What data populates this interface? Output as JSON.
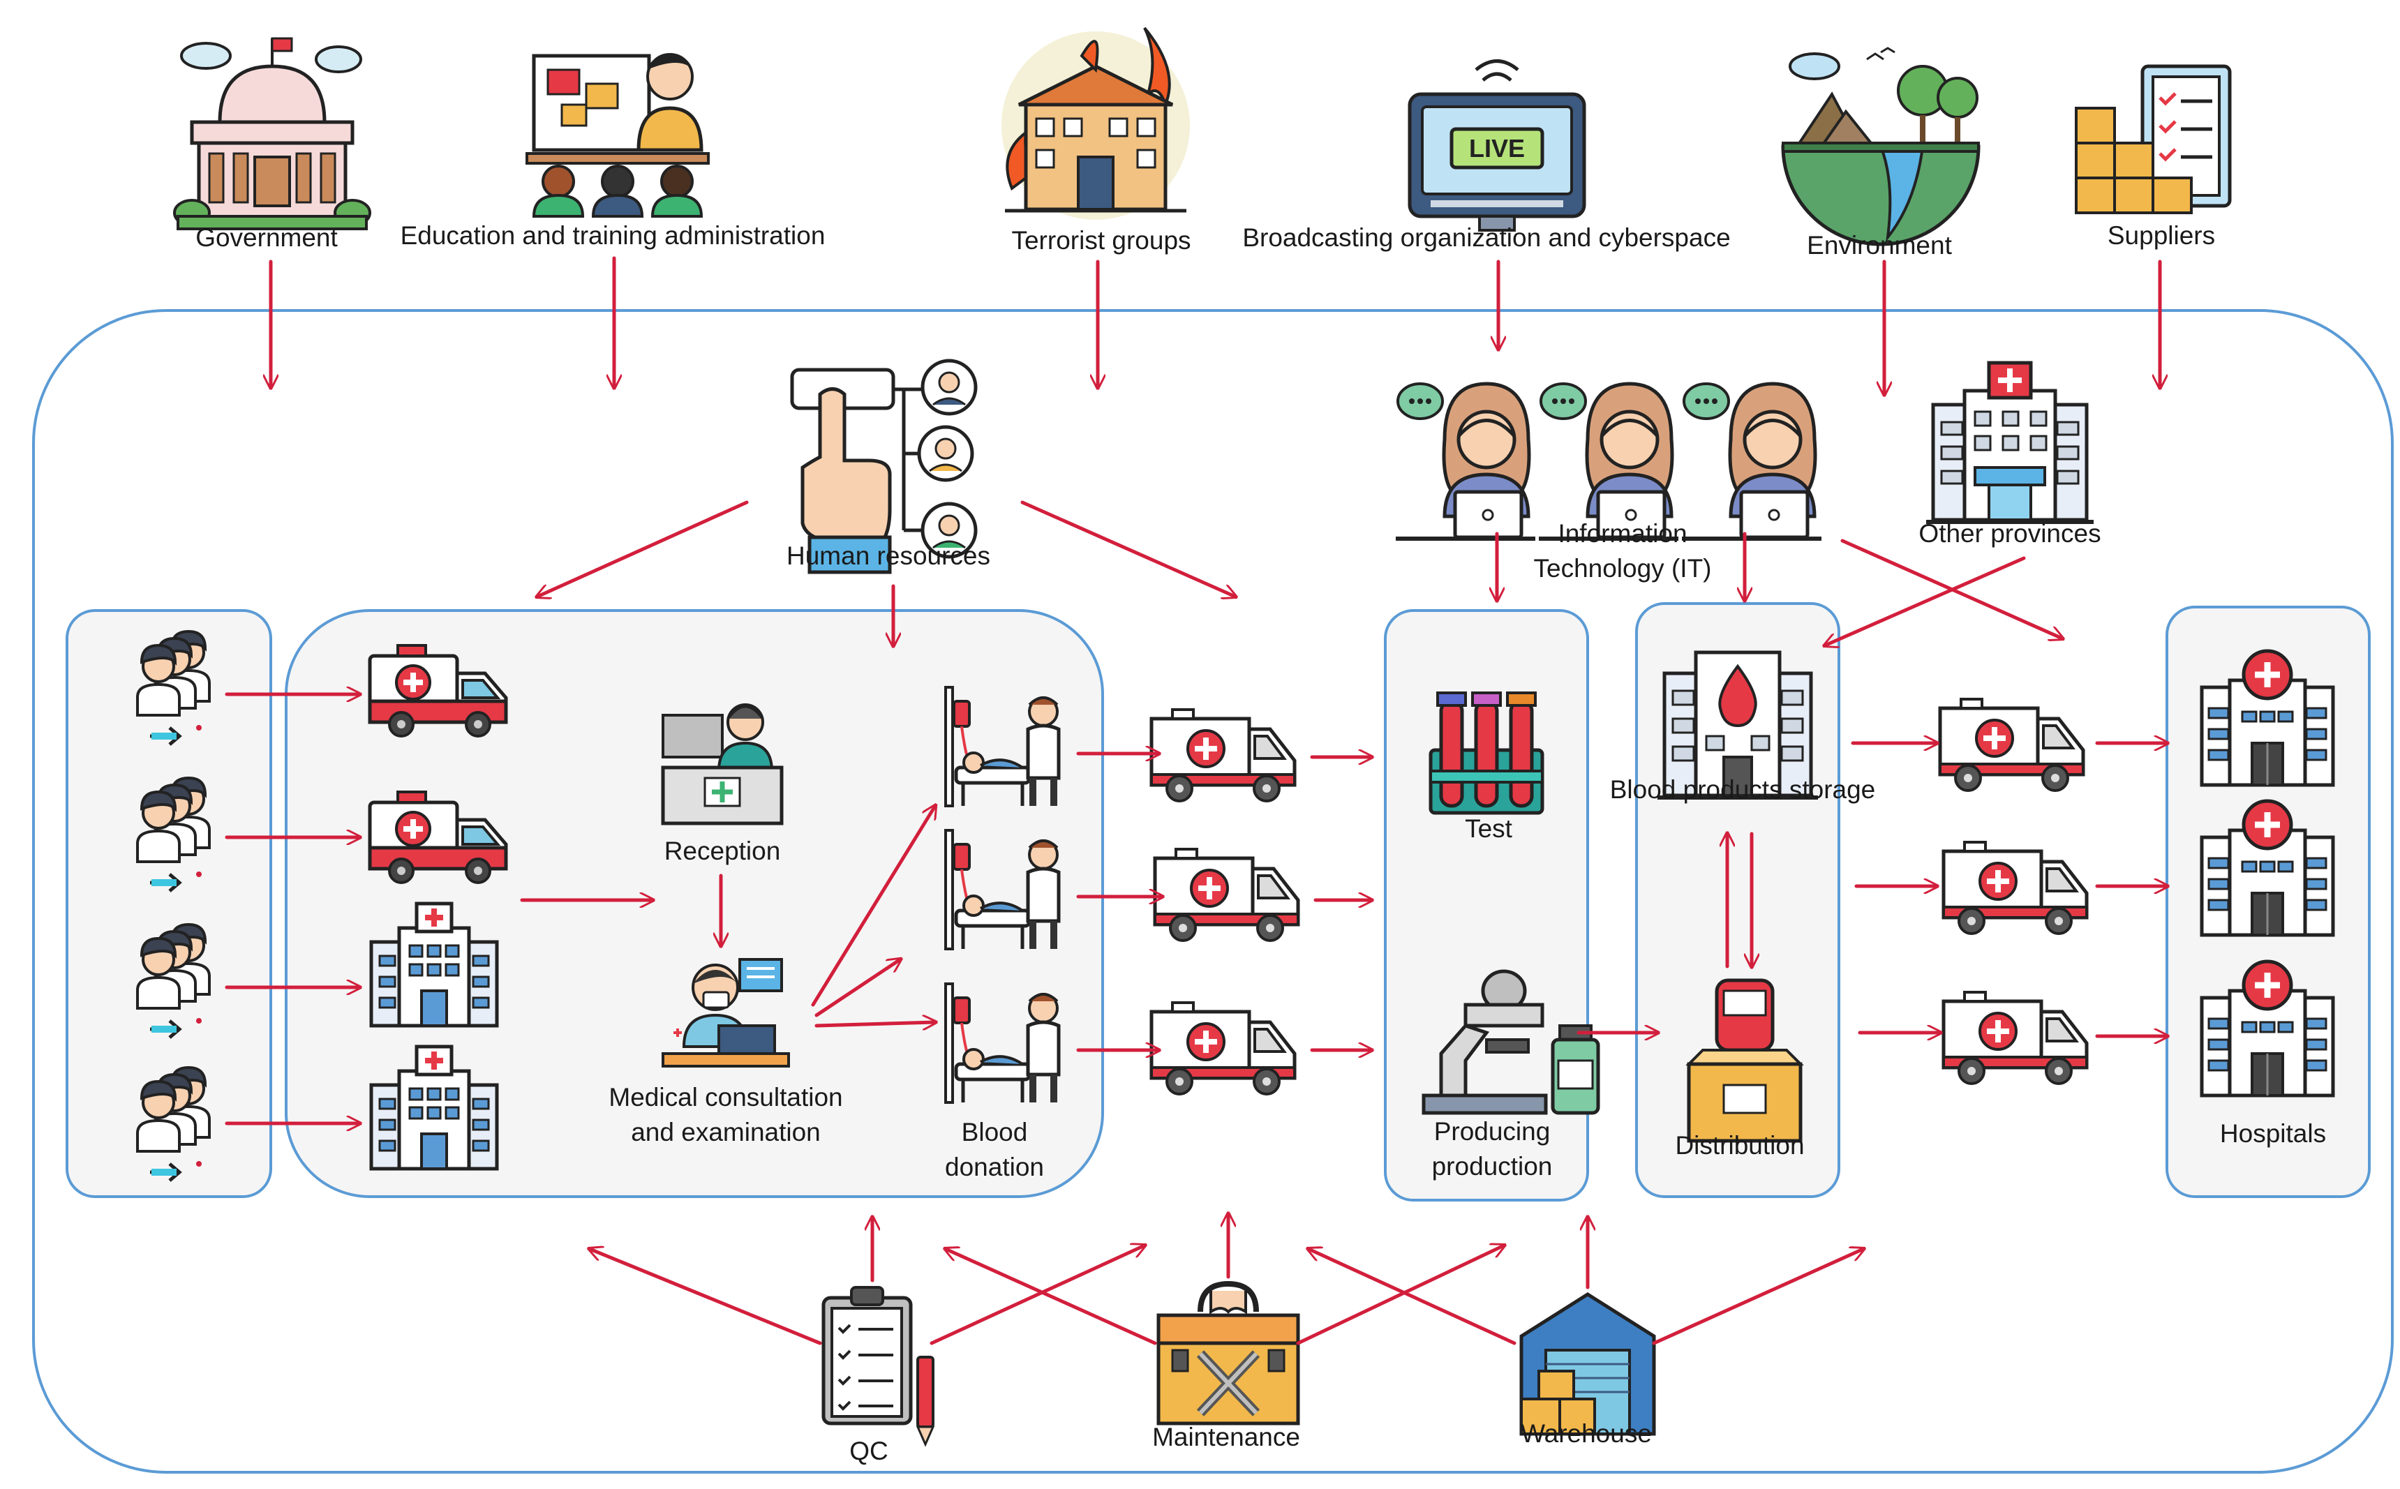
{
  "external": {
    "government": "Government",
    "education": "Education and training administration",
    "terrorist": "Terrorist groups",
    "broadcasting": "Broadcasting organization and cyberspace",
    "environment": "Environment",
    "suppliers": "Suppliers"
  },
  "internal": {
    "human_resources": "Human resources",
    "information_technology": "Information Technology (IT)",
    "other_provinces": "Other provinces",
    "reception": "Reception",
    "medical_consultation": "Medical consultation and examination",
    "blood_donation": "Blood donation",
    "test": "Test",
    "producing_production": "Producing production",
    "blood_products_storage": "Blood products storage",
    "distribution": "Distribution",
    "hospitals": "Hospitals",
    "qc": "QC",
    "maintenance": "Maintenance",
    "warehouse": "Warehouse"
  },
  "icons": {
    "government": "government-building-icon",
    "education": "teacher-presentation-icon",
    "terrorist": "burning-building-icon",
    "broadcasting": "live-tv-icon",
    "environment": "environment-globe-icon",
    "suppliers": "supplier-boxes-clipboard-icon",
    "human_resources": "hr-network-hand-icon",
    "it": "call-center-operator-icon",
    "other_provinces": "provincial-hospital-icon",
    "donor_group": "donor-group-icon",
    "ambulance": "ambulance-icon",
    "hospital": "hospital-icon",
    "reception": "reception-desk-icon",
    "consultation": "doctor-consultation-icon",
    "donation": "blood-donation-bed-icon",
    "test": "test-tubes-icon",
    "production": "microscope-production-icon",
    "storage": "blood-bank-building-icon",
    "distribution": "blood-bag-box-icon",
    "qc": "clipboard-checklist-icon",
    "maintenance": "toolbox-icon",
    "warehouse": "warehouse-icon"
  },
  "colors": {
    "arrow": "#d21f3c",
    "frame": "#5b9bd5",
    "panel": "#f5f5f5"
  }
}
